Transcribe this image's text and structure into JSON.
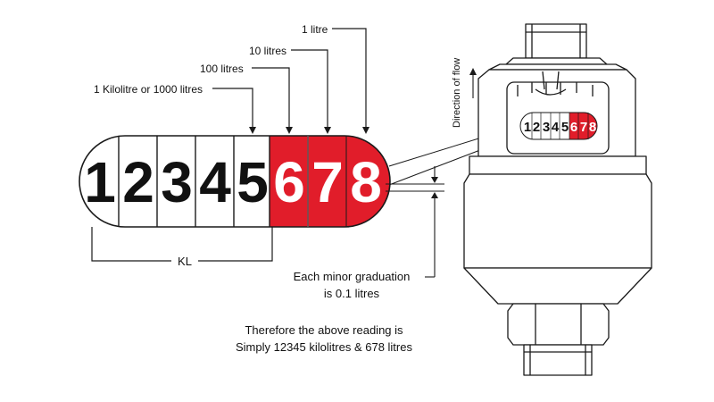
{
  "meter_digits": {
    "kilolitre_digits": [
      "1",
      "2",
      "3",
      "4",
      "5"
    ],
    "litre_digits": [
      "6",
      "7",
      "8"
    ]
  },
  "labels": {
    "one_litre": "1 litre",
    "ten_litres": "10 litres",
    "hundred_litres": "100 litres",
    "kilolitre": "1 Kilolitre or 1000 litres",
    "kl": "KL",
    "graduation_line1": "Each minor graduation",
    "graduation_line2": "is 0.1 litres",
    "reading_line1": "Therefore the above reading is",
    "reading_line2": "Simply 12345 kilolitres & 678 litres",
    "direction_of_flow": "Direction of flow"
  },
  "colors": {
    "litre_red": "#e11d2a",
    "outline": "#1a1a1a"
  }
}
